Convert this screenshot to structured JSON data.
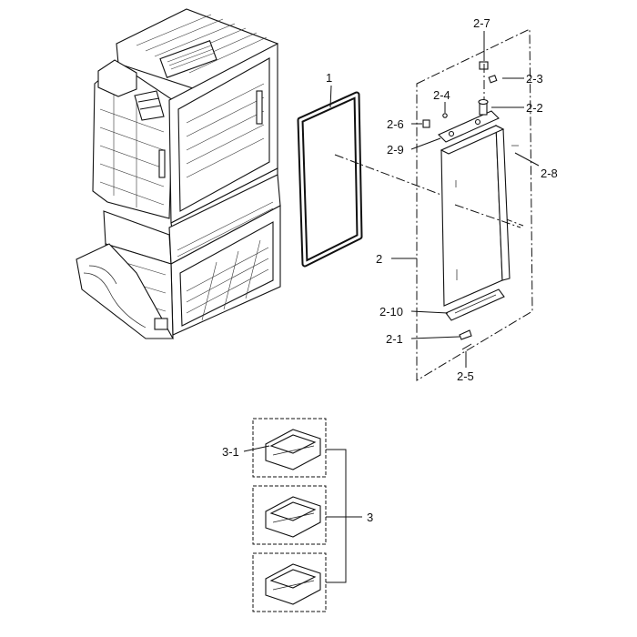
{
  "labels": {
    "p1": "1",
    "p2": "2",
    "p2_1": "2-1",
    "p2_2": "2-2",
    "p2_3": "2-3",
    "p2_4": "2-4",
    "p2_5": "2-5",
    "p2_6": "2-6",
    "p2_7": "2-7",
    "p2_8": "2-8",
    "p2_9": "2-9",
    "p2_10": "2-10",
    "p3": "3",
    "p3_1": "3-1"
  }
}
